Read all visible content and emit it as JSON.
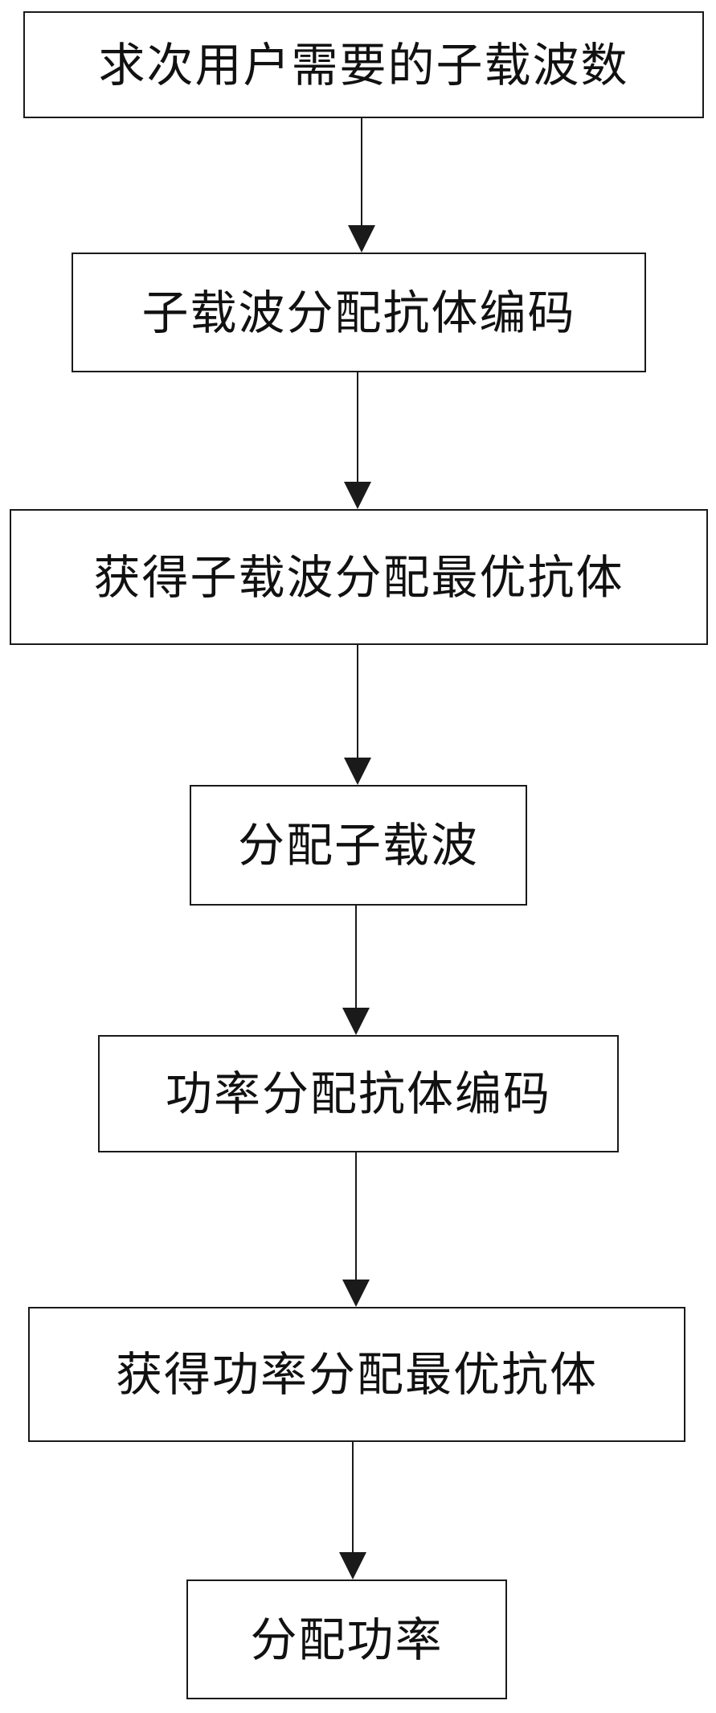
{
  "diagram": {
    "type": "vertical-flowchart",
    "line_color": "#1a1a1a",
    "steps": [
      {
        "id": "step-1",
        "label": "求次用户需要的子载波数"
      },
      {
        "id": "step-2",
        "label": "子载波分配抗体编码"
      },
      {
        "id": "step-3",
        "label": "获得子载波分配最优抗体"
      },
      {
        "id": "step-4",
        "label": "分配子载波"
      },
      {
        "id": "step-5",
        "label": "功率分配抗体编码"
      },
      {
        "id": "step-6",
        "label": "获得功率分配最优抗体"
      },
      {
        "id": "step-7",
        "label": "分配功率"
      }
    ],
    "edges": [
      {
        "from": "step-1",
        "to": "step-2"
      },
      {
        "from": "step-2",
        "to": "step-3"
      },
      {
        "from": "step-3",
        "to": "step-4"
      },
      {
        "from": "step-4",
        "to": "step-5"
      },
      {
        "from": "step-5",
        "to": "step-6"
      },
      {
        "from": "step-6",
        "to": "step-7"
      }
    ]
  }
}
